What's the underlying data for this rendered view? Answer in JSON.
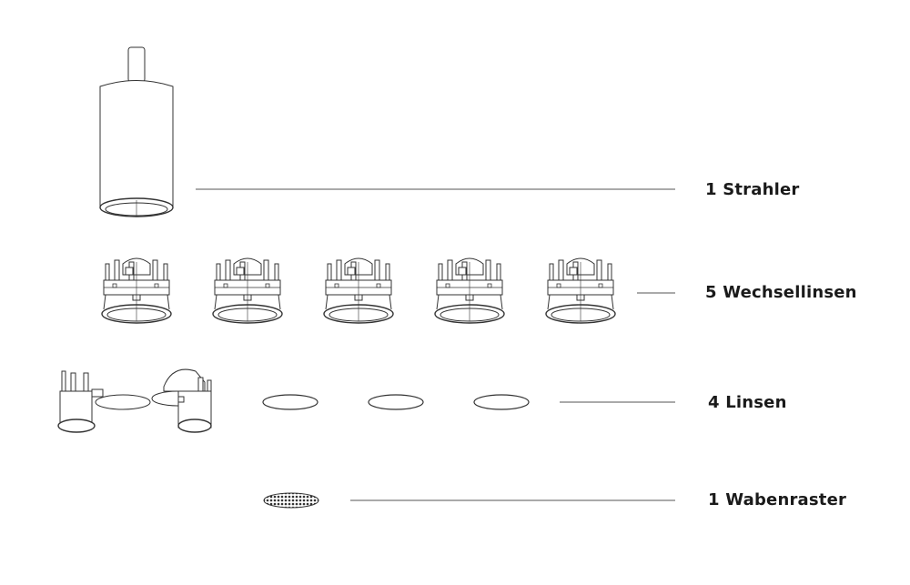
{
  "labels": {
    "spotlight": "1 Strahler",
    "interchangeable_lenses": "5 Wechsellinsen",
    "lenses": "4 Linsen",
    "honeycomb": "1 Wabenraster"
  },
  "counts": {
    "lens_holders": 5,
    "loose_lenses": 3
  },
  "colors": {
    "line": "#333333",
    "text": "#1a1a1a"
  }
}
